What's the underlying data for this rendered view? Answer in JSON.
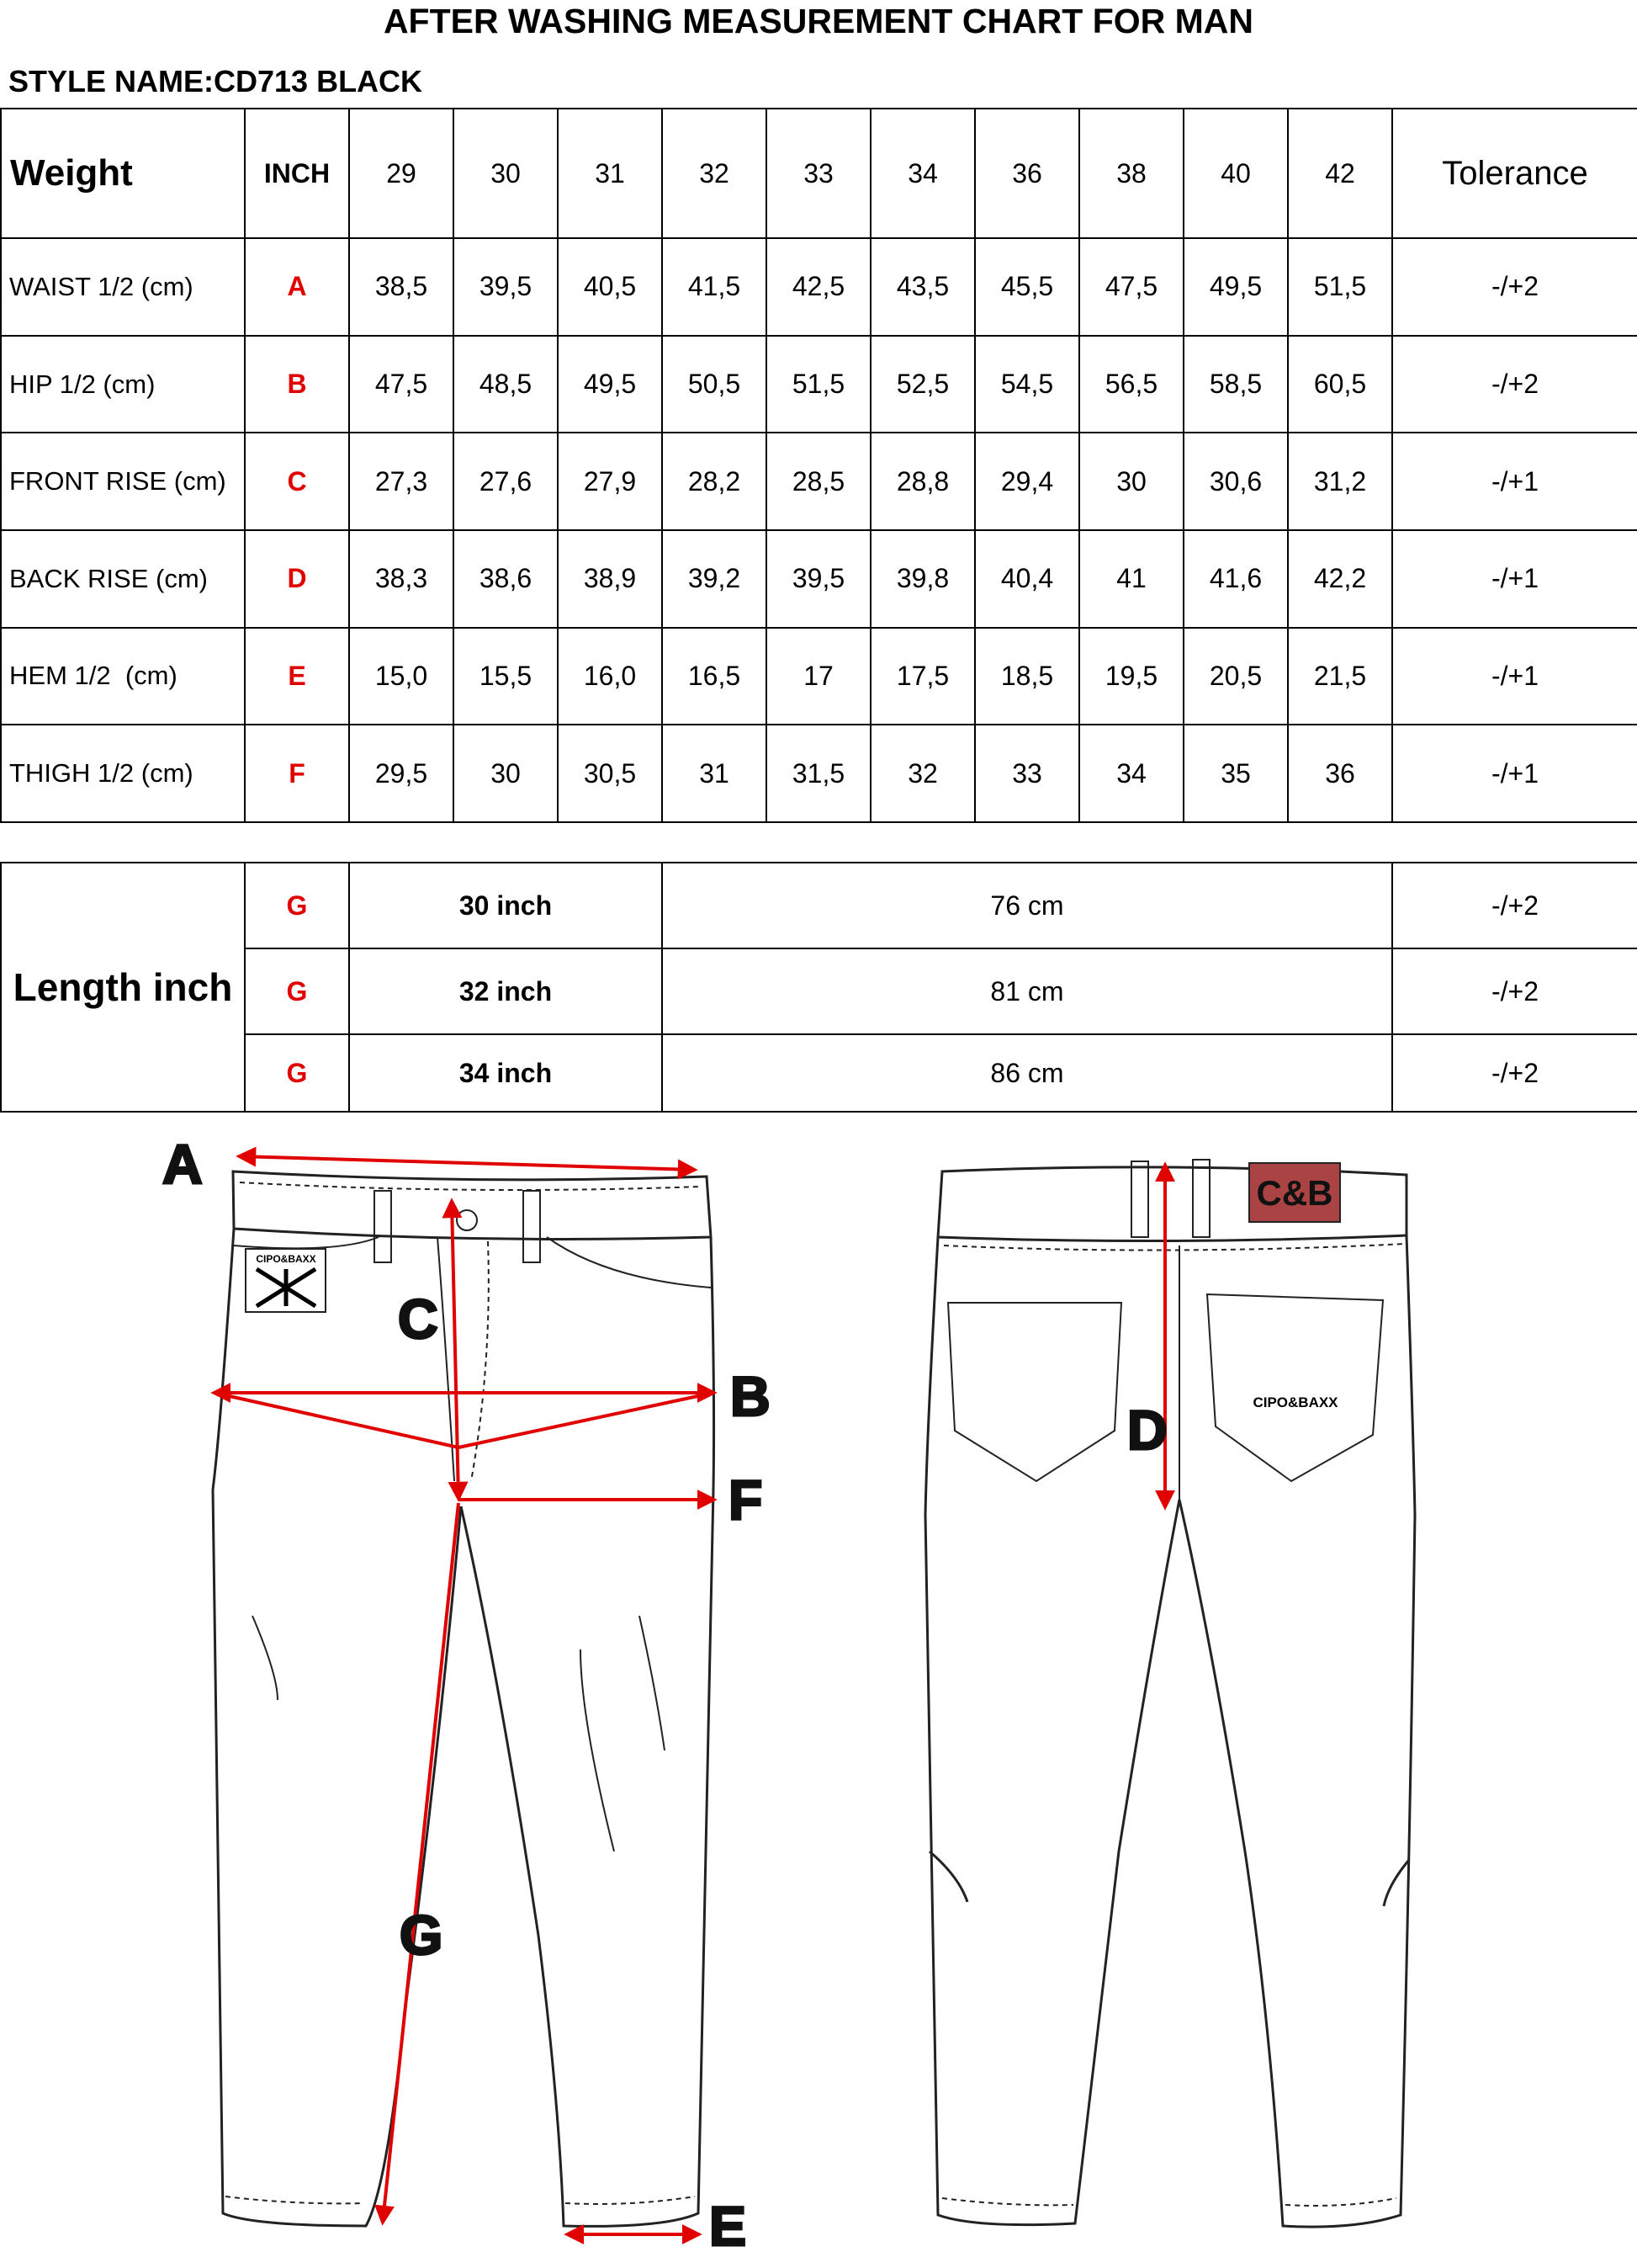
{
  "title": "AFTER WASHING MEASUREMENT CHART FOR MAN",
  "style_name": "STYLE NAME:CD713 BLACK",
  "table": {
    "corner": "Weight",
    "inch_header": "INCH",
    "sizes": [
      "29",
      "30",
      "31",
      "32",
      "33",
      "34",
      "36",
      "38",
      "40",
      "42"
    ],
    "tolerance_header": "Tolerance",
    "rows": [
      {
        "label": "WAIST 1/2 (cm)",
        "code": "A",
        "values": [
          "38,5",
          "39,5",
          "40,5",
          "41,5",
          "42,5",
          "43,5",
          "45,5",
          "47,5",
          "49,5",
          "51,5"
        ],
        "tolerance": "-/+2"
      },
      {
        "label": "HIP 1/2 (cm)",
        "code": "B",
        "values": [
          "47,5",
          "48,5",
          "49,5",
          "50,5",
          "51,5",
          "52,5",
          "54,5",
          "56,5",
          "58,5",
          "60,5"
        ],
        "tolerance": "-/+2"
      },
      {
        "label": "FRONT RISE (cm)",
        "code": "C",
        "values": [
          "27,3",
          "27,6",
          "27,9",
          "28,2",
          "28,5",
          "28,8",
          "29,4",
          "30",
          "30,6",
          "31,2"
        ],
        "tolerance": "-/+1"
      },
      {
        "label": "BACK RISE (cm)",
        "code": "D",
        "values": [
          "38,3",
          "38,6",
          "38,9",
          "39,2",
          "39,5",
          "39,8",
          "40,4",
          "41",
          "41,6",
          "42,2"
        ],
        "tolerance": "-/+1"
      },
      {
        "label": "HEM 1/2  (cm)",
        "code": "E",
        "values": [
          "15,0",
          "15,5",
          "16,0",
          "16,5",
          "17",
          "17,5",
          "18,5",
          "19,5",
          "20,5",
          "21,5"
        ],
        "tolerance": "-/+1"
      },
      {
        "label": "THIGH 1/2 (cm)",
        "code": "F",
        "values": [
          "29,5",
          "30",
          "30,5",
          "31",
          "31,5",
          "32",
          "33",
          "34",
          "35",
          "36"
        ],
        "tolerance": "-/+1"
      }
    ]
  },
  "length_table": {
    "label": "Length inch",
    "rows": [
      {
        "code": "G",
        "inch": "30 inch",
        "cm": "76 cm",
        "tolerance": "-/+2"
      },
      {
        "code": "G",
        "inch": "32 inch",
        "cm": "81 cm",
        "tolerance": "-/+2"
      },
      {
        "code": "G",
        "inch": "34 inch",
        "cm": "86 cm",
        "tolerance": "-/+2"
      }
    ]
  },
  "diagram": {
    "labels": {
      "A": "A",
      "B": "B",
      "C": "C",
      "D": "D",
      "E": "E",
      "F": "F",
      "G": "G"
    },
    "front_patch_text": "CIPO&BAXX",
    "back_patch_text": "C&B",
    "back_pocket_text": "CIPO&BAXX",
    "colors": {
      "measure": "#e00000",
      "outline": "#222222"
    }
  }
}
